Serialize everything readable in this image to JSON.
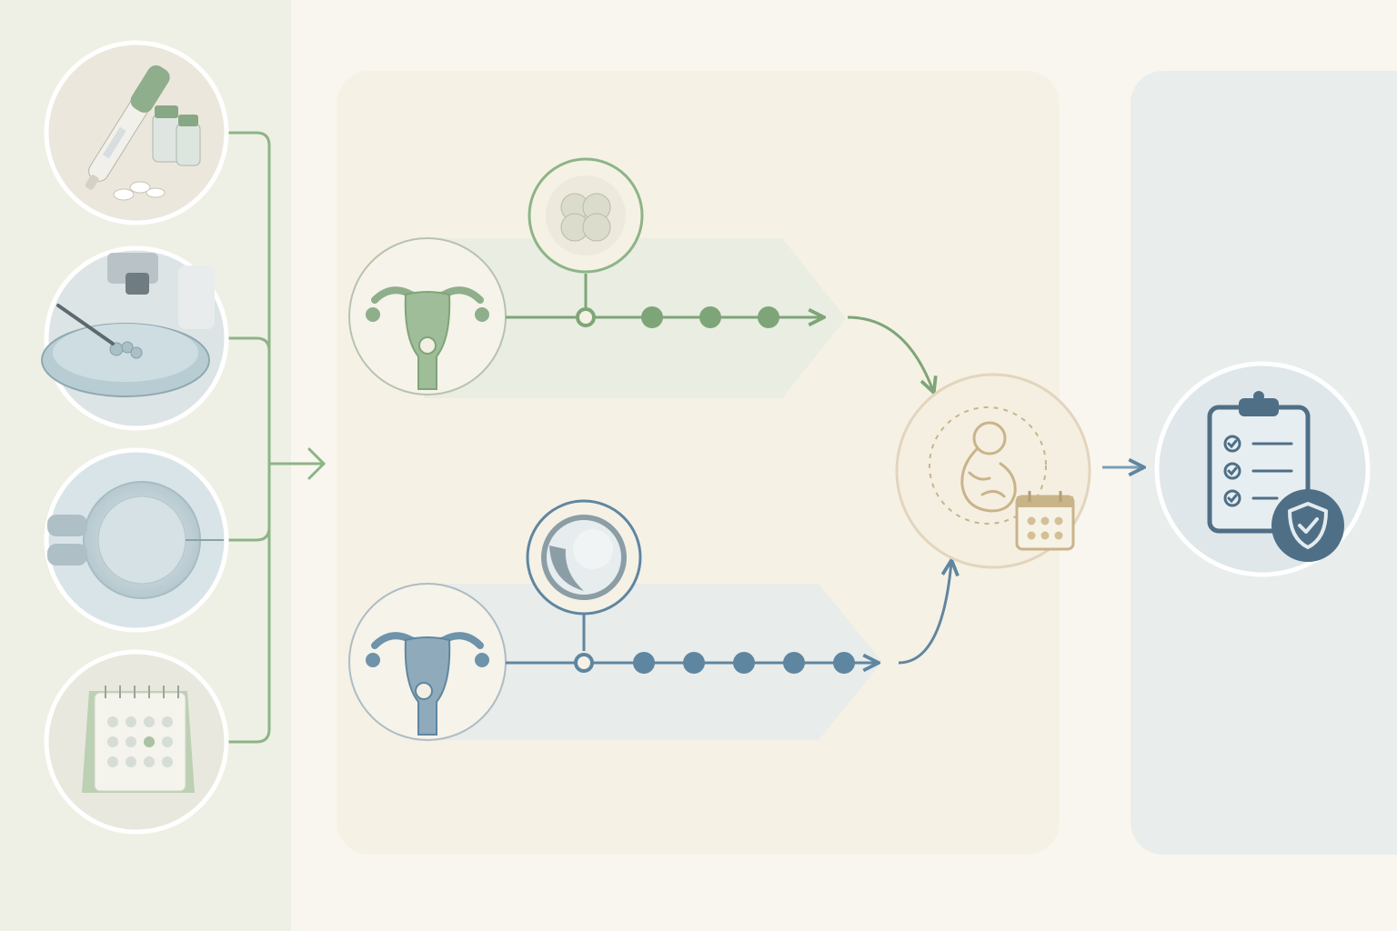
{
  "colors": {
    "left_panel": "#eff0e5",
    "middle_panel": "#f6f1e5",
    "right_panel": "#e9edec",
    "green": "#7ea578",
    "green_light": "#e9ede2",
    "blue": "#5f86a0",
    "blue_light": "#e8ecea",
    "tan": "#c9b48a",
    "navy": "#4f6f86"
  },
  "steps": [
    {
      "id": "medication",
      "icon": "injection-pen-and-vials-icon"
    },
    {
      "id": "lab-culture",
      "icon": "petri-dish-microscope-icon"
    },
    {
      "id": "egg-injection",
      "icon": "icsi-egg-injection-icon"
    },
    {
      "id": "calendar",
      "icon": "desk-calendar-icon"
    }
  ],
  "tracks": [
    {
      "id": "cleavage-embryo-transfer",
      "embryo_icon": "cleavage-stage-embryo-icon",
      "organ_icon": "uterus-icon",
      "progress_dots": 3
    },
    {
      "id": "blastocyst-transfer",
      "embryo_icon": "blastocyst-icon",
      "organ_icon": "uterus-icon",
      "progress_dots": 5
    }
  ],
  "outcome": {
    "icon": "fetus-icon",
    "badge_icon": "calendar-icon"
  },
  "final": {
    "icon": "clipboard-checklist-icon",
    "badge_icon": "shield-check-icon"
  }
}
